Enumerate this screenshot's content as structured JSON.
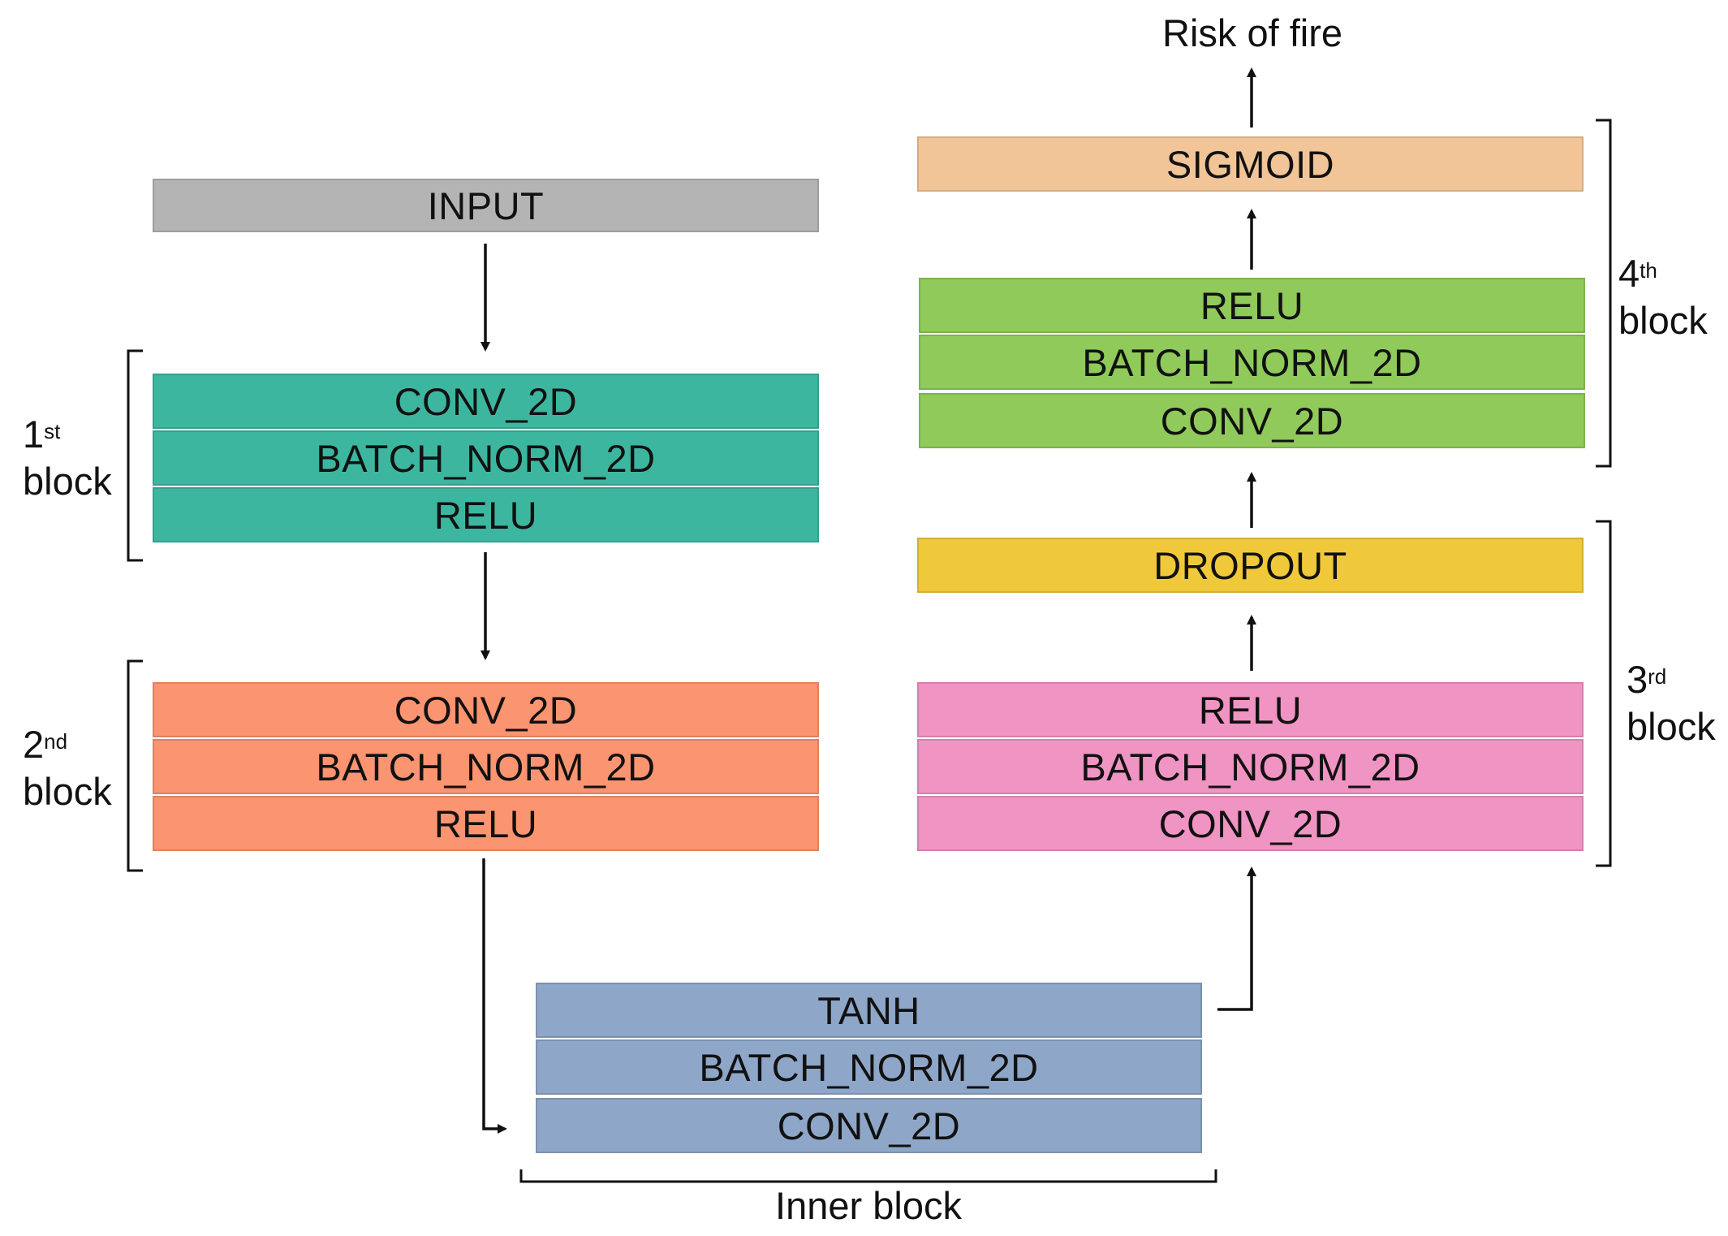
{
  "output_label": "Risk of fire",
  "input_label": "INPUT",
  "blocks": {
    "first": {
      "label_num": "1",
      "label_sup": "st",
      "label_word": "block",
      "color": "#3db6a0",
      "layers": [
        "CONV_2D",
        "BATCH_NORM_2D",
        "RELU"
      ]
    },
    "second": {
      "label_num": "2",
      "label_sup": "nd",
      "label_word": "block",
      "color": "#fb9470",
      "layers": [
        "CONV_2D",
        "BATCH_NORM_2D",
        "RELU"
      ]
    },
    "inner": {
      "label": "Inner block",
      "color": "#8ea6c7",
      "layers": [
        "TANH",
        "BATCH_NORM_2D",
        "CONV_2D"
      ]
    },
    "third": {
      "label_num": "3",
      "label_sup": "rd",
      "label_word": "block",
      "color": "#f094c3",
      "layers": [
        "RELU",
        "BATCH_NORM_2D",
        "CONV_2D"
      ],
      "dropout": "DROPOUT",
      "dropout_color": "#f0c93a"
    },
    "fourth": {
      "label_num": "4",
      "label_sup": "th",
      "label_word": "block",
      "color": "#8fca5b",
      "layers": [
        "RELU",
        "BATCH_NORM_2D",
        "CONV_2D"
      ],
      "sigmoid": "SIGMOID",
      "sigmoid_color": "#f1c597"
    }
  },
  "colors": {
    "input": "#b4b4b4",
    "line": "#111111"
  }
}
